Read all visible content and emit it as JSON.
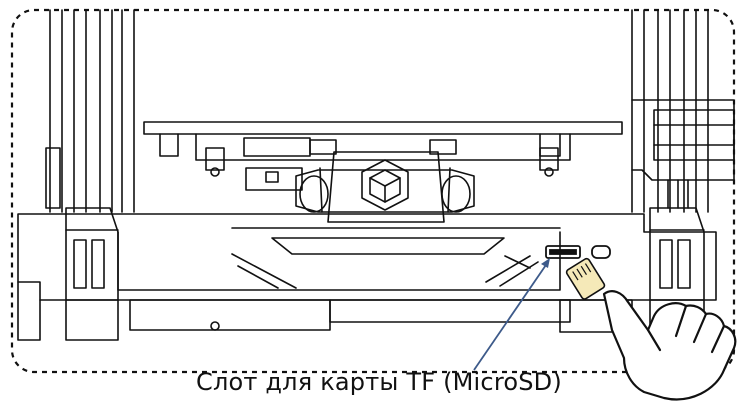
{
  "diagram": {
    "caption": "Слот для карты TF (MicroSD)",
    "colors": {
      "line": "#111111",
      "pointer": "#3d5a8a",
      "card": "#f5e9b8",
      "background": "#ffffff"
    },
    "icons": [
      "printer-illustration",
      "tf-card-slot",
      "micro-sd-card-icon",
      "hand-pointer-icon",
      "callout-arrow"
    ]
  }
}
